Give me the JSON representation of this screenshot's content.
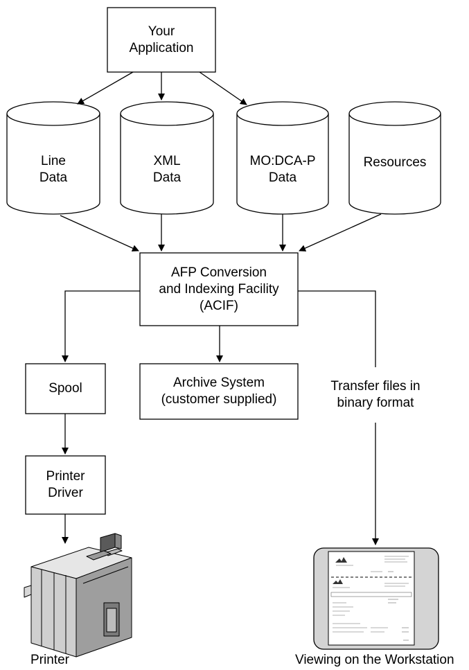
{
  "nodes": {
    "application": "Your\nApplication",
    "line_data": "Line\nData",
    "xml_data": "XML\nData",
    "modca_data": "MO:DCA-P\nData",
    "resources": "Resources",
    "acif": "AFP Conversion\nand Indexing Facility\n(ACIF)",
    "spool": "Spool",
    "archive": "Archive System\n(customer supplied)",
    "transfer": "Transfer files in\nbinary format",
    "printer_driver": "Printer\nDriver"
  },
  "captions": {
    "printer": "Printer",
    "workstation": "Viewing on the Workstation"
  },
  "colors": {
    "stroke": "#000000",
    "printer_body": "#c8c8c8",
    "screen_frame": "#d4d4d4"
  }
}
